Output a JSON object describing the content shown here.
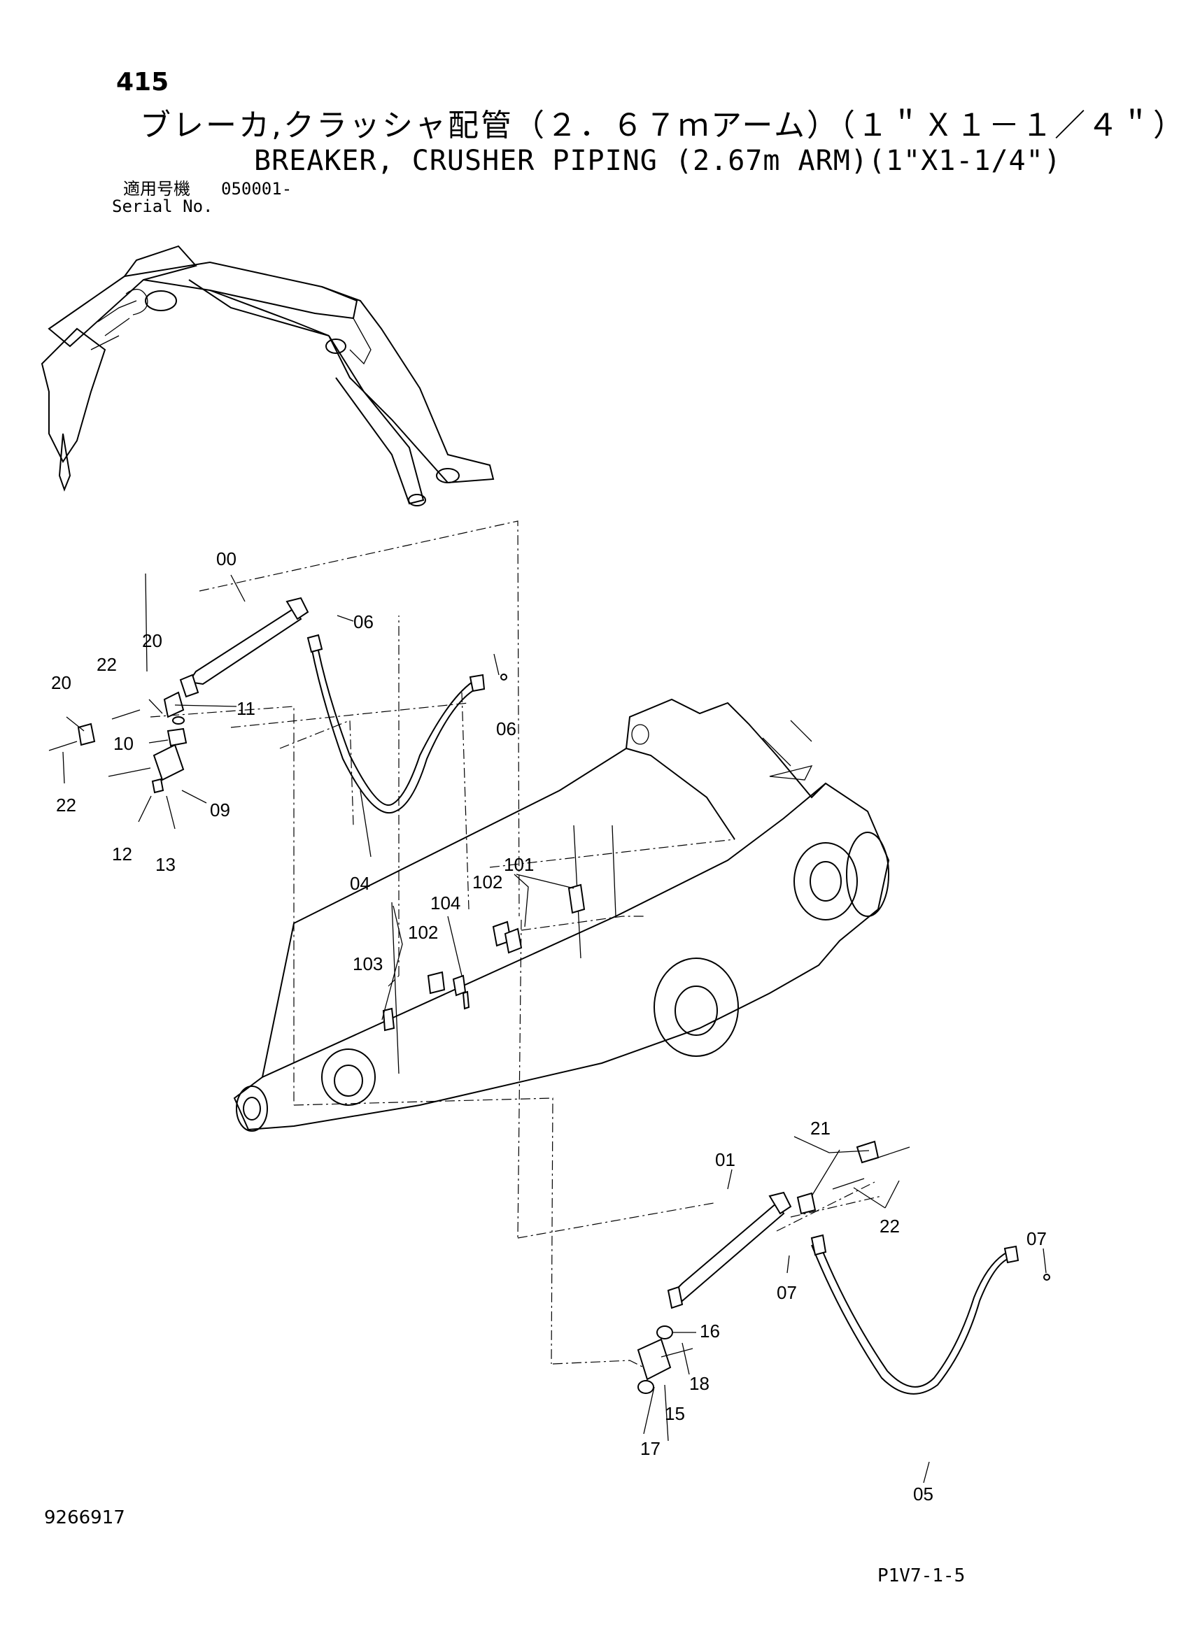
{
  "header": {
    "page_number": "415",
    "title_ja": "ブレーカ,クラッシャ配管（２．６７ｍアーム）（１＂Ｘ１－１／４＂）",
    "title_en": "BREAKER, CRUSHER PIPING (2.67m ARM)(1\"X1-1/4\")",
    "serial_label_ja": "適用号機",
    "serial_number": "050001-",
    "serial_label_en": "Serial No."
  },
  "callouts": {
    "c00": "00",
    "c01": "01",
    "c04": "04",
    "c05": "05",
    "c06a": "06",
    "c06b": "06",
    "c07a": "07",
    "c07b": "07",
    "c09": "09",
    "c10": "10",
    "c11": "11",
    "c12": "12",
    "c13": "13",
    "c15": "15",
    "c16": "16",
    "c17": "17",
    "c18": "18",
    "c20a": "20",
    "c20b": "20",
    "c21": "21",
    "c22a": "22",
    "c22b": "22",
    "c22c": "22",
    "c101": "101",
    "c102a": "102",
    "c102b": "102",
    "c103": "103",
    "c104": "104"
  },
  "footer": {
    "doc_code": "9266917",
    "page_ref": "P1V7-1-5"
  }
}
